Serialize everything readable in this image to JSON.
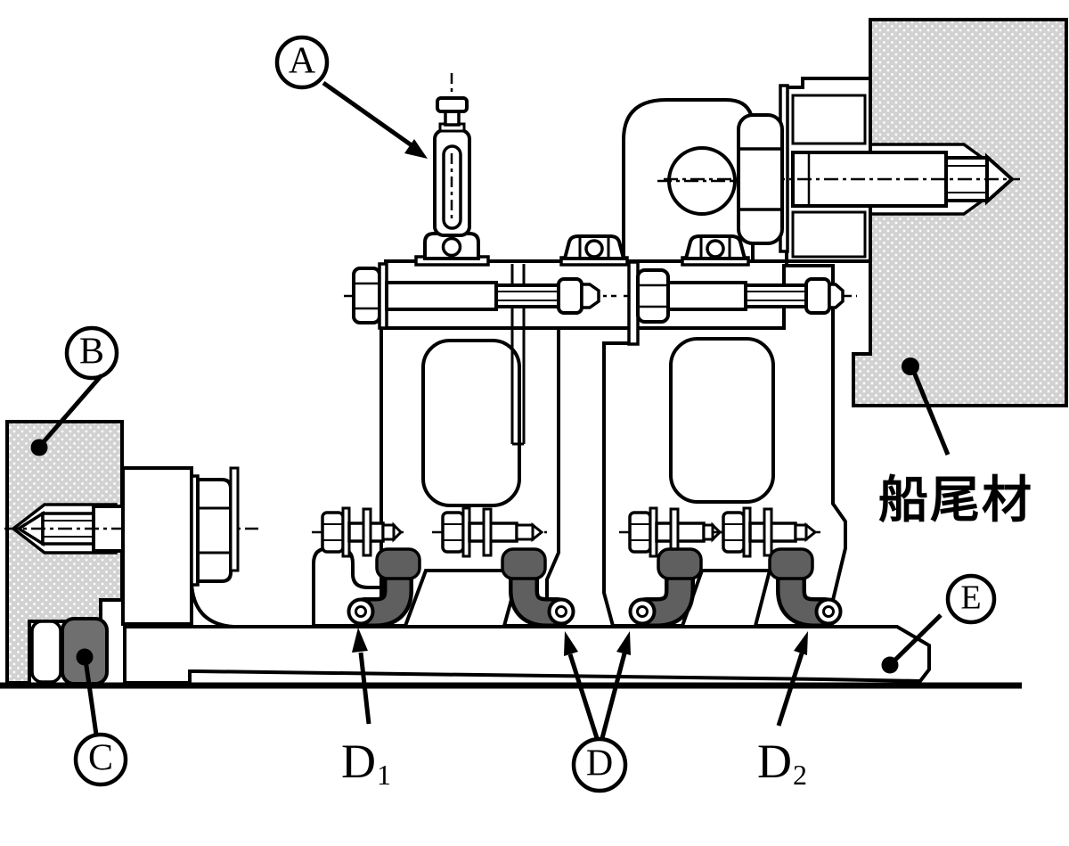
{
  "diagram": {
    "labels": {
      "a": "A",
      "b": "B",
      "c": "C",
      "d": "D",
      "e": "E",
      "d1_base": "D",
      "d1_sub": "1",
      "d2_base": "D",
      "d2_sub": "2",
      "stern": "船尾材"
    },
    "colors": {
      "line": "#000000",
      "background": "#ffffff",
      "stipple_base": "#d2d2d2",
      "stipple_dot": "#ffffff",
      "clamp_foot_gray": "#5f5f5f",
      "spacer_block_gray": "#6f6f6f"
    }
  }
}
